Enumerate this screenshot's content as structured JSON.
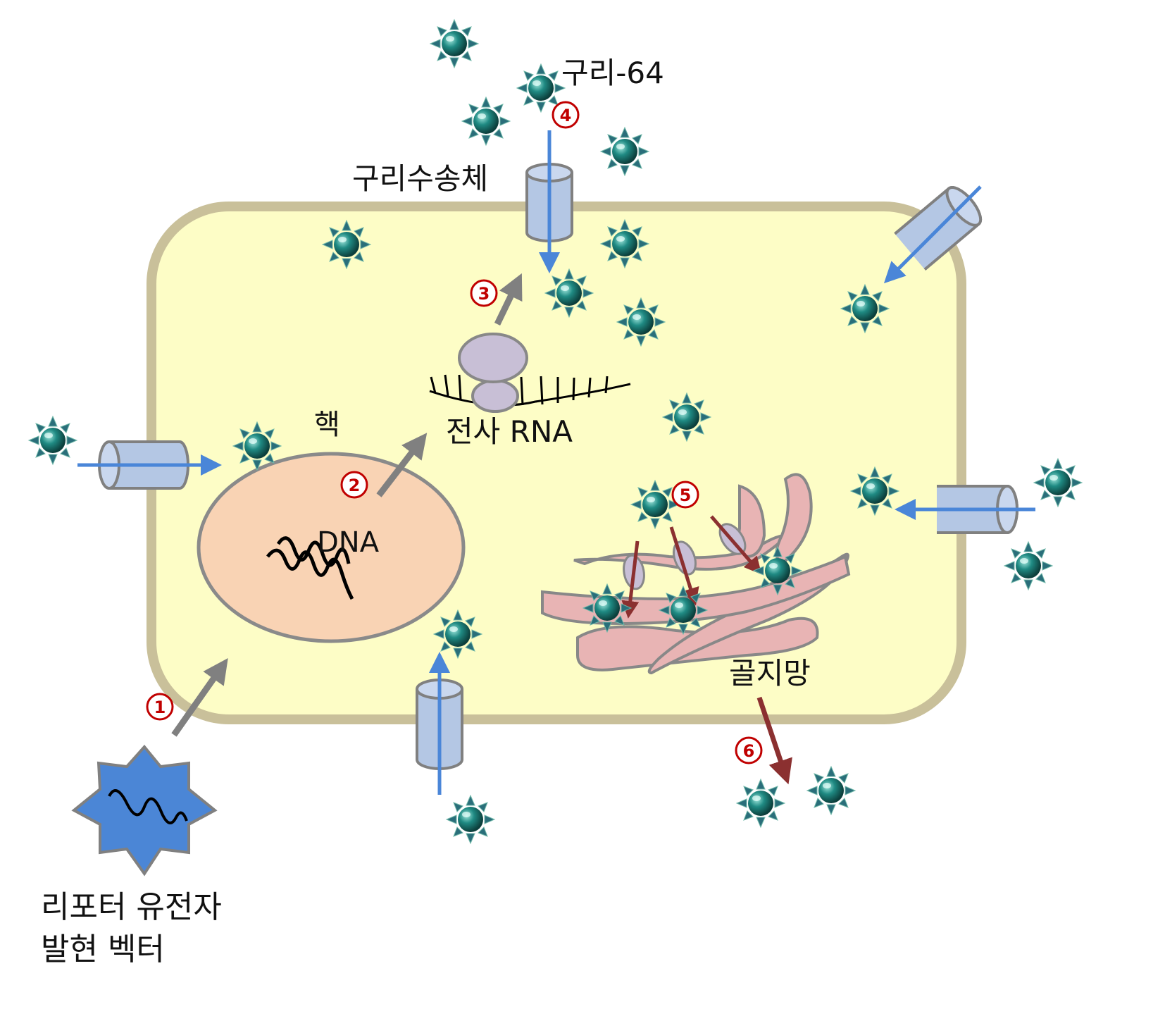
{
  "labels": {
    "copper64": "구리-64",
    "transporter": "구리수송체",
    "nucleus": "핵",
    "mrna": "전사 RNA",
    "dna": "DNA",
    "golgi": "골지망",
    "vector_line1": "리포터 유전자",
    "vector_line2": "발현 벡터"
  },
  "steps": [
    "1",
    "2",
    "3",
    "4",
    "5",
    "6"
  ],
  "colors": {
    "cell_fill": "#fdfdc6",
    "cell_border": "#c9c09a",
    "nucleus_fill": "#f9d3b4",
    "golgi_fill": "#e8b4b4",
    "golgi_border": "#888888",
    "ribosome_fill": "#c8bfd6",
    "transporter_fill": "#b4c7e4",
    "copper_ion": "#1f7f7a",
    "blue_arrow": "#4a86d8",
    "gray_arrow": "#808080",
    "red_arrow": "#8b3030",
    "step_number": "#c00000",
    "vector_fill": "#4b86d6"
  },
  "icons": {
    "copper_ion": "star-sphere-icon",
    "transporter": "cylinder-channel-icon",
    "vector": "star-plasmid-icon"
  }
}
